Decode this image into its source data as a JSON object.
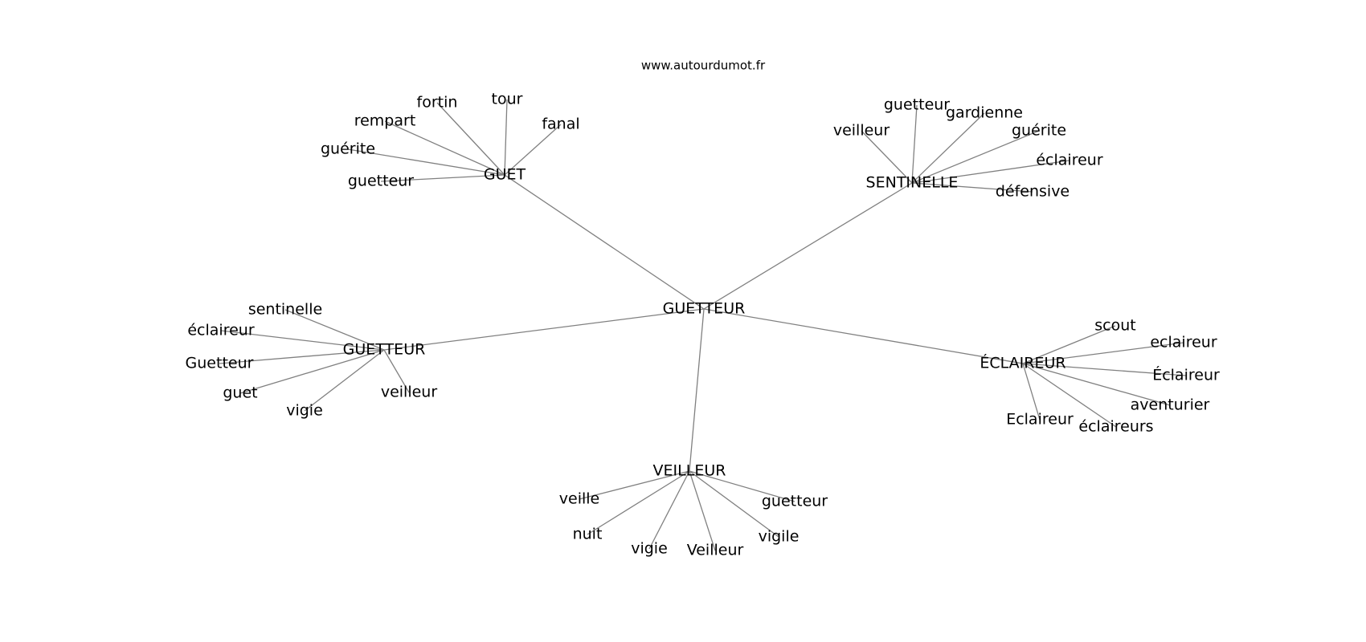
{
  "site_url": "www.autourdumot.fr",
  "center": "GUETTEUR",
  "groups": [
    {
      "hub": "GUET",
      "words": [
        "guetteur",
        "guérite",
        "rempart",
        "fortin",
        "tour",
        "fanal"
      ]
    },
    {
      "hub": "SENTINELLE",
      "words": [
        "veilleur",
        "guetteur",
        "gardienne",
        "guérite",
        "éclaireur",
        "défensive"
      ]
    },
    {
      "hub": "GUETTEUR",
      "words": [
        "sentinelle",
        "éclaireur",
        "Guetteur",
        "guet",
        "vigie",
        "veilleur"
      ]
    },
    {
      "hub": "ÉCLAIREUR",
      "words": [
        "scout",
        "eclaireur",
        "Éclaireur",
        "aventurier",
        "éclaireurs",
        "Eclaireur"
      ]
    },
    {
      "hub": "VEILLEUR",
      "words": [
        "veille",
        "nuit",
        "vigie",
        "Veilleur",
        "vigile",
        "guetteur"
      ]
    }
  ]
}
